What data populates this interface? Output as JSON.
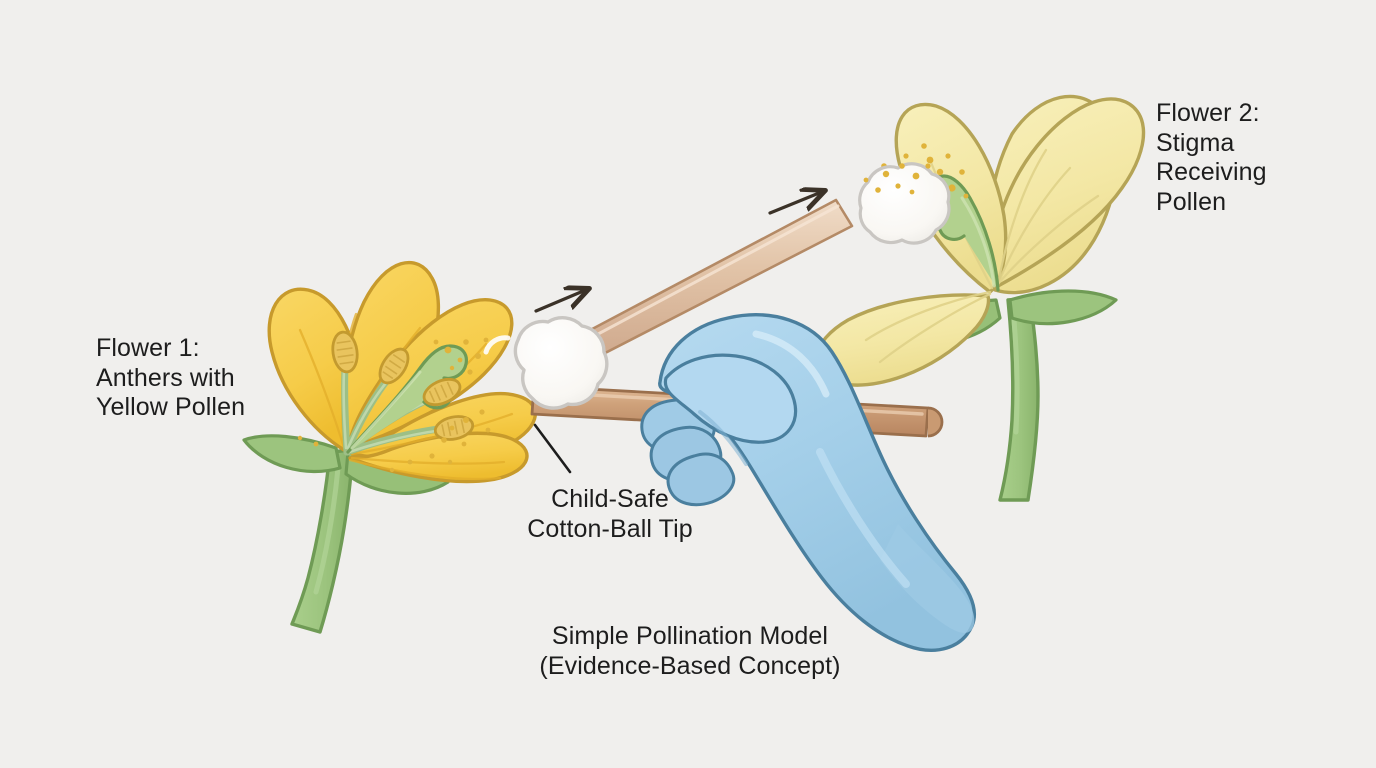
{
  "illustration": {
    "title": "Simple Pollination Model (Evidence-Based Concept)",
    "background_color": "#f0efed",
    "subject": "hand-pollination-diagram"
  },
  "labels": {
    "flower1": "Flower 1:\nAnthers with\nYellow Pollen",
    "flower2": "Flower 2:\nStigma\nReceiving\nPollen",
    "cotton_tip": "Child-Safe\nCotton-Ball Tip",
    "caption": "Simple Pollination Model\n(Evidence-Based Concept)"
  },
  "colors": {
    "background": "#f0efed",
    "text": "#1d1d1d",
    "flower1_petal": "#f7cf4e",
    "flower1_petal_shade": "#f0bf33",
    "flower1_outline": "#c79a2c",
    "flower2_petal": "#f5eaa8",
    "flower2_petal_shade": "#ece092",
    "flower2_outline": "#b5a456",
    "stem_green": "#9cc47e",
    "stem_green_shade": "#8bb870",
    "stem_outline": "#6f9b55",
    "anther_yellow": "#e8c158",
    "anther_outline": "#c39a2f",
    "pollen_dot": "#e0b33a",
    "swab_stick": "#c99a72",
    "swab_stick_light": "#e3c3a6",
    "swab_outline": "#9a6f4c",
    "cotton_white": "#fbfaf8",
    "cotton_outline": "#c9c6c2",
    "glove_blue": "#a8d1ea",
    "glove_blue_shade": "#8cbcd9",
    "glove_outline": "#4a7f9e",
    "arrow": "#3b3228",
    "leader_line": "#1d1d1d"
  },
  "elements": {
    "flower1_name": "yellow-flower-with-anthers",
    "flower2_name": "cream-flower-with-stigma",
    "hand_name": "gloved-hand",
    "swab_lower_name": "cotton-swab-lower",
    "swab_upper_name": "cotton-swab-upper",
    "arrow_lower_name": "motion-arrow-lower",
    "arrow_upper_name": "motion-arrow-upper",
    "leader_line_name": "cotton-tip-leader-line"
  }
}
